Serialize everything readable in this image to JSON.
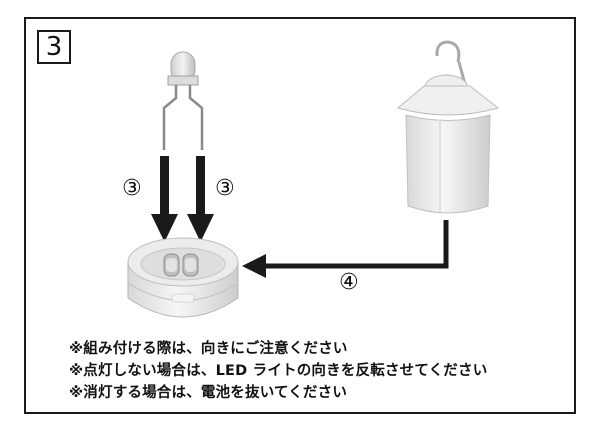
{
  "step": {
    "label": "3"
  },
  "markers": {
    "insert_left": "③",
    "insert_right": "③",
    "attach": "④"
  },
  "notes": [
    "※組み付ける際は、向きにご注意ください",
    "※点灯しない場合は、LED ライトの向きを反転させてください",
    "※消灯する場合は、電池を抜いてください"
  ],
  "colors": {
    "ink": "#1a1a1a",
    "part": "#e9e9e9",
    "part_shade": "#cfcfcf"
  }
}
